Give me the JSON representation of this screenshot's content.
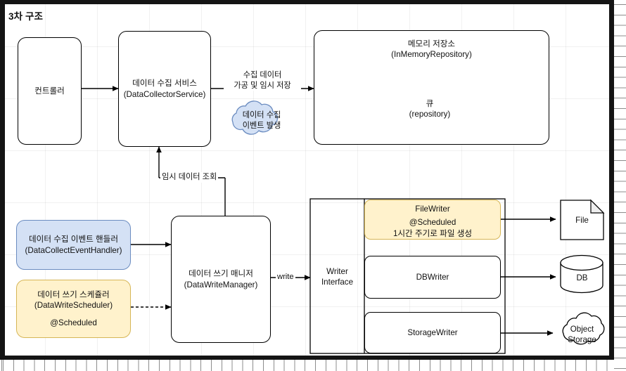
{
  "diagram": {
    "title": "3차 구조",
    "nodes": {
      "controller": {
        "label": "컨트롤러"
      },
      "collector": {
        "line1": "데이터 수집 서비스",
        "line2": "(DataCollectorService)"
      },
      "memory_store": {
        "line1": "메모리 저장소",
        "line2": "(InMemoryRepository)"
      },
      "queue": {
        "line1": "큐",
        "line2": "(repository)"
      },
      "event_cloud": {
        "line1": "데이터 수집",
        "line2": "이벤트 발생"
      },
      "event_handler": {
        "line1": "데이터 수집 이벤트 핸들러",
        "line2": "(DataCollectEventHandler)"
      },
      "scheduler": {
        "line1": "데이터 쓰기 스케쥴러",
        "line2": "(DataWriteScheduler)",
        "line3": "@Scheduled"
      },
      "write_manager": {
        "line1": "데이터 쓰기 매니저",
        "line2": "(DataWriteManager)"
      },
      "writer_interface": {
        "line1": "Writer",
        "line2": "Interface"
      },
      "file_writer": {
        "line1": "FileWriter",
        "line2": "@Scheduled",
        "line3": "1시간 주기로 파일 생성"
      },
      "db_writer": {
        "label": "DBWriter"
      },
      "storage_writer": {
        "label": "StorageWriter"
      },
      "file_sink": {
        "label": "File"
      },
      "db_sink": {
        "label": "DB"
      },
      "storage_sink": {
        "line1": "Object",
        "line2": "Storage"
      }
    },
    "edges": {
      "collect_store": {
        "line1": "수집 데이터",
        "line2": "가공 및 임시 저장"
      },
      "temp_query": {
        "label": "임시 데이터 조회"
      },
      "write": {
        "label": "write"
      }
    },
    "colors": {
      "blue_fill": "#d4e1f5",
      "blue_stroke": "#6b8cc0",
      "yellow_fill": "#fff2cc",
      "yellow_stroke": "#d6b656",
      "stroke": "#000000",
      "frame": "#141414"
    }
  }
}
